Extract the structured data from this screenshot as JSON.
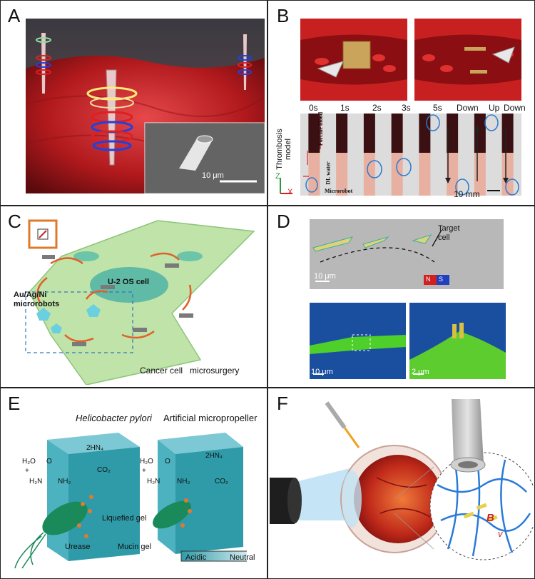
{
  "panels": {
    "A": {
      "label": "A",
      "scalebar": "10 μm"
    },
    "B": {
      "label": "B",
      "times": [
        "0s",
        "1s",
        "2s",
        "3s",
        "5s",
        "Down",
        "Up",
        "Down"
      ],
      "side_label": "Thrombosis model",
      "porcine": "Porcine blood",
      "water": "DI. water",
      "microrobot": "Microrobot",
      "axis_z": "Z",
      "axis_x": "X",
      "scalebar": "10 mm"
    },
    "C": {
      "label": "C",
      "cell_label": "U-2 OS cell",
      "robots": "Au/Ag/Ni microrobots",
      "caption": "Cancer cell   microsurgery"
    },
    "D": {
      "label": "D",
      "target": "Target cell",
      "magnet_n": "N",
      "magnet_s": "S",
      "scalebar1": "10 μm",
      "scalebar2": "10 μm",
      "scalebar3": "2 μm"
    },
    "E": {
      "label": "E",
      "title_left": "Helicobacter pylori",
      "title_right": "Artificial micropropeller",
      "h2o": "H₂O",
      "plus": "+",
      "h2n": "H₂N",
      "nh2": "NH₂",
      "o": "O",
      "products_top": "2HN₄",
      "products_bottom": "CO₂",
      "liquefied": "Liquefied gel",
      "urease": "Urease",
      "mucin": "Mucin gel",
      "acidic": "Acidic",
      "neutral": "Neutral"
    },
    "F": {
      "label": "F",
      "B": "B",
      "v": "v"
    }
  }
}
